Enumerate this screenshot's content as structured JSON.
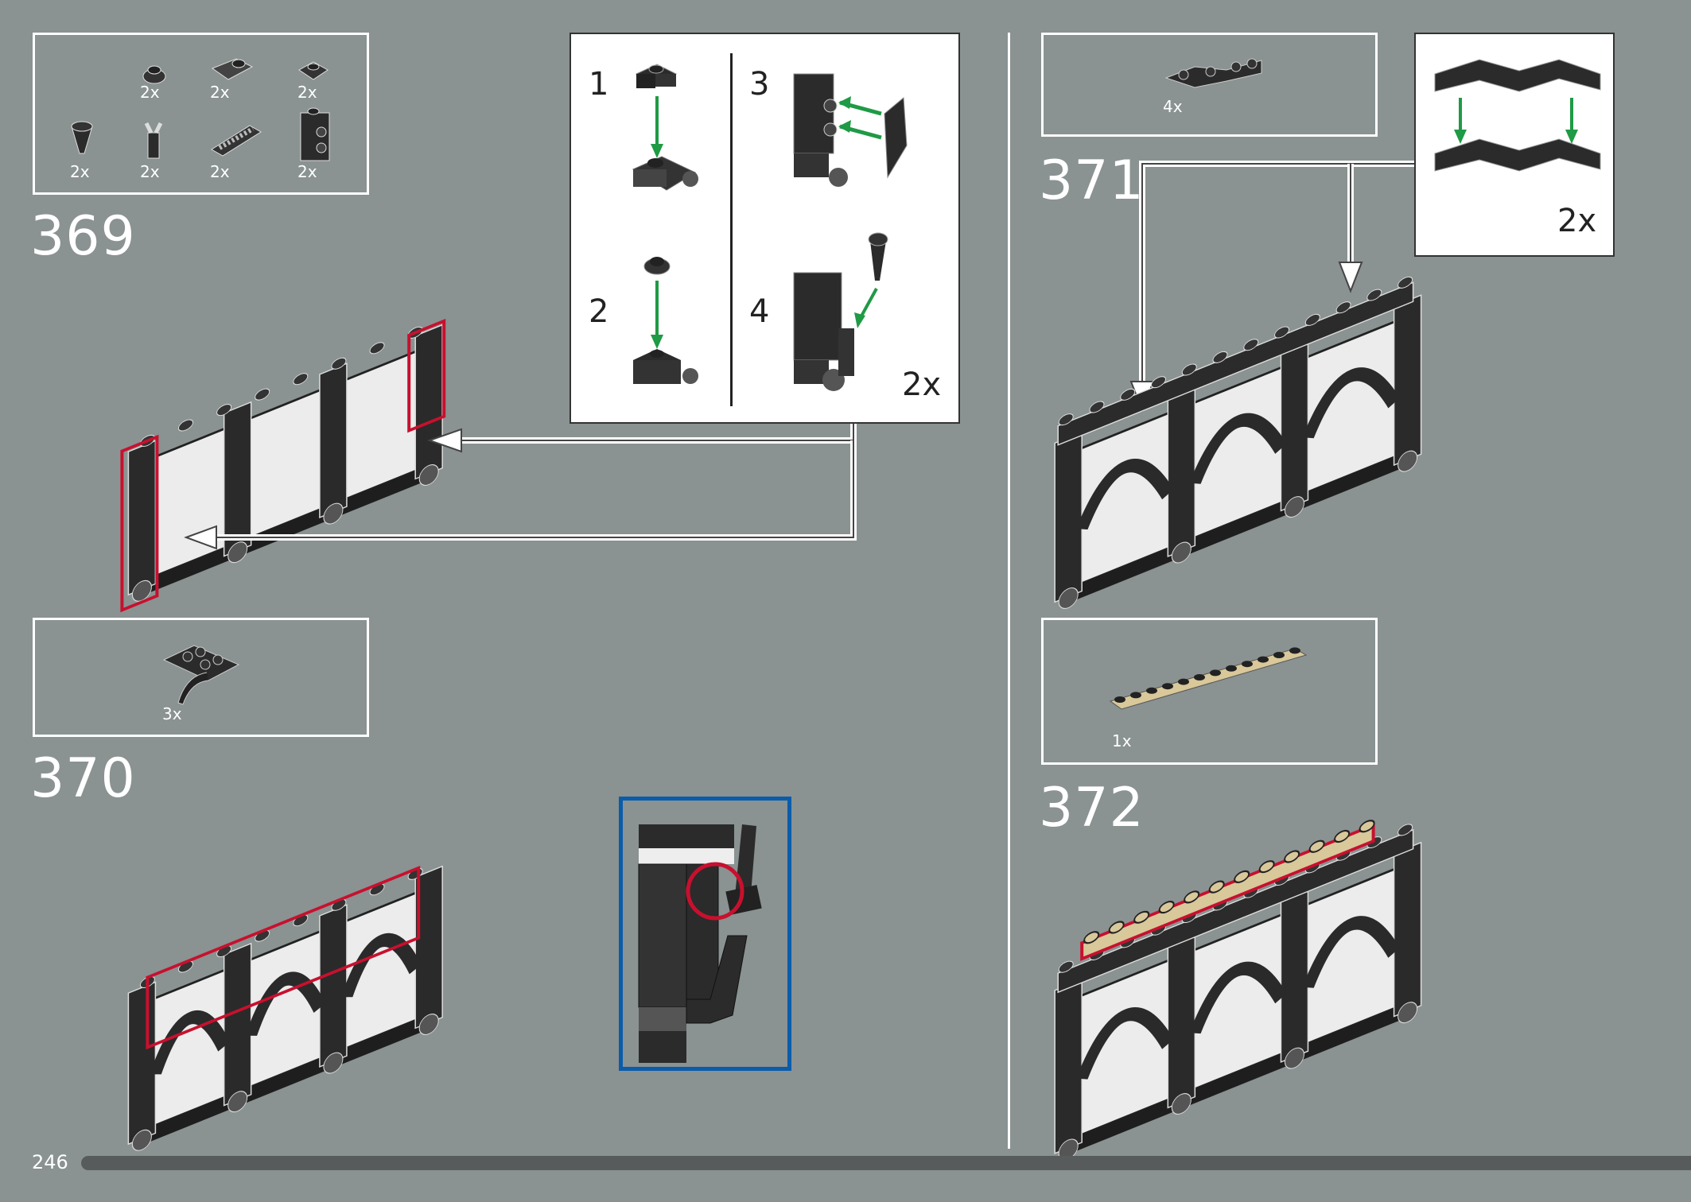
{
  "page": {
    "number": "246"
  },
  "colors": {
    "background": "#8a9292",
    "highlight": "#c8102e",
    "arrow": "#1f9a45",
    "callout": "#0a5cab",
    "tan": "#d8c89a",
    "brick": "#2b2b2b"
  },
  "steps": [
    {
      "number": "369",
      "parts": [
        {
          "icon": "round-plate-icon",
          "qty": "2x"
        },
        {
          "icon": "plate-with-clip-icon",
          "qty": "2x"
        },
        {
          "icon": "plate-1x1-icon",
          "qty": "2x"
        },
        {
          "icon": "cone-icon",
          "qty": "2x"
        },
        {
          "icon": "bar-holder-clip-icon",
          "qty": "2x"
        },
        {
          "icon": "slope-grille-icon",
          "qty": "2x"
        },
        {
          "icon": "brick-with-studs-icon",
          "qty": "2x"
        }
      ],
      "subassembly": {
        "substeps": [
          "1",
          "2",
          "3",
          "4"
        ],
        "qty": "2x"
      }
    },
    {
      "number": "370",
      "parts": [
        {
          "icon": "arch-icon",
          "qty": "3x"
        }
      ]
    },
    {
      "number": "371",
      "parts": [
        {
          "icon": "wedge-plate-icon",
          "qty": "4x"
        }
      ],
      "subassembly": {
        "qty": "2x"
      }
    },
    {
      "number": "372",
      "parts": [
        {
          "icon": "tan-plate-1x12-icon",
          "qty": "1x"
        }
      ]
    }
  ]
}
